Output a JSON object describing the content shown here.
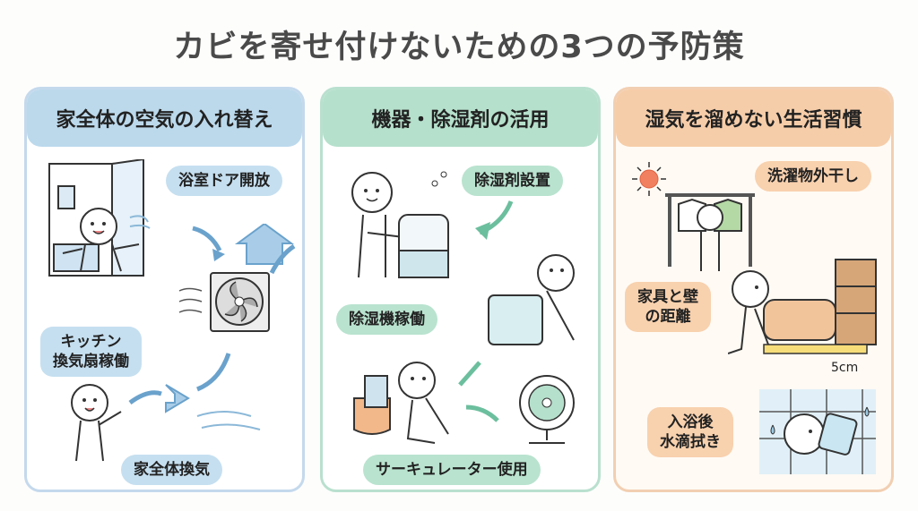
{
  "title": "カビを寄せ付けないための3つの予防策",
  "colors": {
    "panel1_accent": "#bcd9ec",
    "panel2_accent": "#b5e0cc",
    "panel3_accent": "#f6cda9",
    "title_text": "#4a4a4a"
  },
  "panels": [
    {
      "heading": "家全体の空気の入れ替え",
      "items": [
        {
          "label": "浴室ドア開放",
          "icon": "bathroom-door-icon"
        },
        {
          "label": "キッチン\n換気扇稼働",
          "icon": "ventilation-fan-icon"
        },
        {
          "label": "家全体換気",
          "icon": "house-airflow-icon"
        }
      ]
    },
    {
      "heading": "機器・除湿剤の活用",
      "items": [
        {
          "label": "除湿剤設置",
          "icon": "dehumidifier-icon"
        },
        {
          "label": "除湿機稼働",
          "icon": "desiccant-bag-icon"
        },
        {
          "label": "サーキュレーター使用",
          "icon": "circulator-fan-icon"
        }
      ]
    },
    {
      "heading": "湿気を溜めない生活習慣",
      "items": [
        {
          "label": "洗濯物外干し",
          "icon": "laundry-drying-icon"
        },
        {
          "label": "家具と壁\nの距離",
          "icon": "sofa-wall-gap-icon"
        },
        {
          "label": "入浴後\n水滴拭き",
          "icon": "wipe-droplets-icon"
        }
      ],
      "measure_label": "5cm"
    }
  ]
}
